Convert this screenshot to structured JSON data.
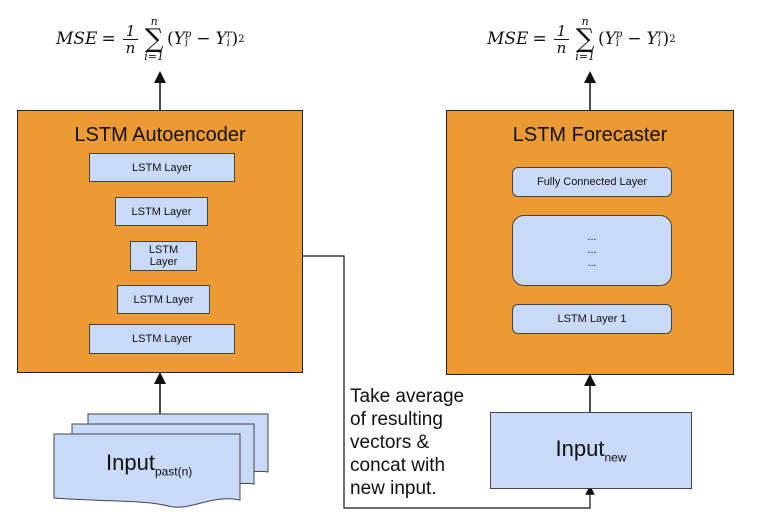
{
  "left": {
    "formula": {
      "lhs": "MSE",
      "frac_num": "1",
      "frac_den": "n",
      "sum_top": "n",
      "sum_bottom": "i=1",
      "term1": "Y",
      "term1_sup": "p",
      "term1_sub": "i",
      "term2": "Y",
      "term2_sup": "r",
      "term2_sub": "i",
      "power": "2"
    },
    "panel_title": "LSTM Autoencoder",
    "layers": [
      "LSTM Layer",
      "LSTM Layer",
      "LSTM Layer",
      "LSTM Layer",
      "LSTM Layer"
    ],
    "input_label": "Input",
    "input_sub": "past(n)"
  },
  "right": {
    "formula": {
      "lhs": "MSE",
      "frac_num": "1",
      "frac_den": "n",
      "sum_top": "n",
      "sum_bottom": "i=1",
      "term1": "Y",
      "term1_sup": "p",
      "term1_sub": "i",
      "term2": "Y",
      "term2_sup": "r",
      "term2_sub": "i",
      "power": "2"
    },
    "panel_title": "LSTM Forecaster",
    "top_layer": "Fully Connected Layer",
    "ellipsis": [
      "...",
      "...",
      "..."
    ],
    "bottom_layer": "LSTM Layer 1",
    "input_label": "Input",
    "input_sub": "new"
  },
  "note": [
    "Take average",
    "of resulting",
    "vectors &",
    "concat with",
    "new input."
  ]
}
